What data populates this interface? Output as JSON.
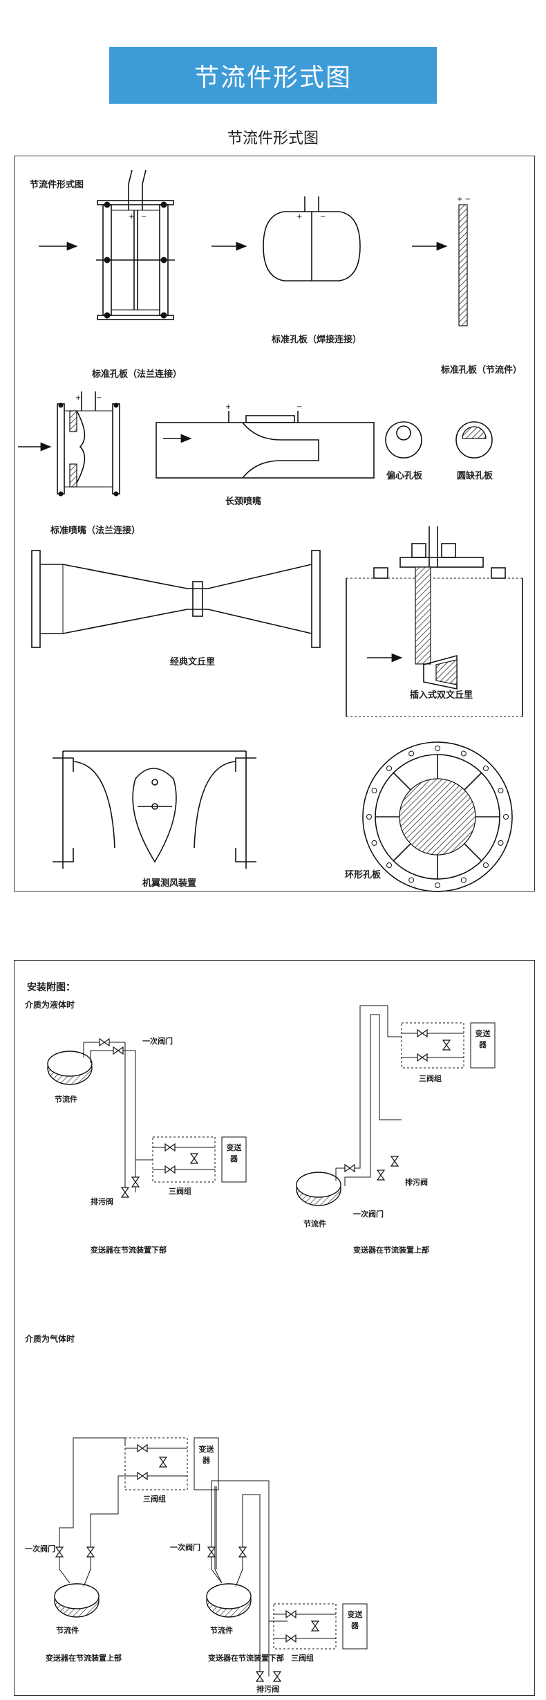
{
  "banner_title": "节流件形式图",
  "subtitle": "节流件形式图",
  "panel1": {
    "corner_title": "节流件形式图",
    "labels": {
      "orifice_flange": "标准孔板（法兰连接）",
      "orifice_weld": "标准孔板（焊接连接）",
      "orifice_throttle": "标准孔板（节流件）",
      "nozzle_flange": "标准喷嘴（法兰连接）",
      "long_nozzle": "长颈喷嘴",
      "eccentric_orifice": "偏心孔板",
      "segment_orifice": "圆缺孔板",
      "venturi": "经典文丘里",
      "insert_venturi": "插入式双文丘里",
      "airfoil": "机翼测风装置",
      "annular_orifice": "环形孔板"
    },
    "signs": {
      "plus": "+",
      "minus": "-"
    }
  },
  "panel2": {
    "corner_title": "安装附图：",
    "liquid_title": "介质为液体时",
    "gas_title": "介质为气体时",
    "primary_valve": "一次阀门",
    "throttle": "节流件",
    "three_valve": "三阀组",
    "drain_valve": "排污阀",
    "transmitter": "变送器",
    "caption_below": "变送器在节流装置下部",
    "caption_above": "变送器在节流装置上部"
  }
}
